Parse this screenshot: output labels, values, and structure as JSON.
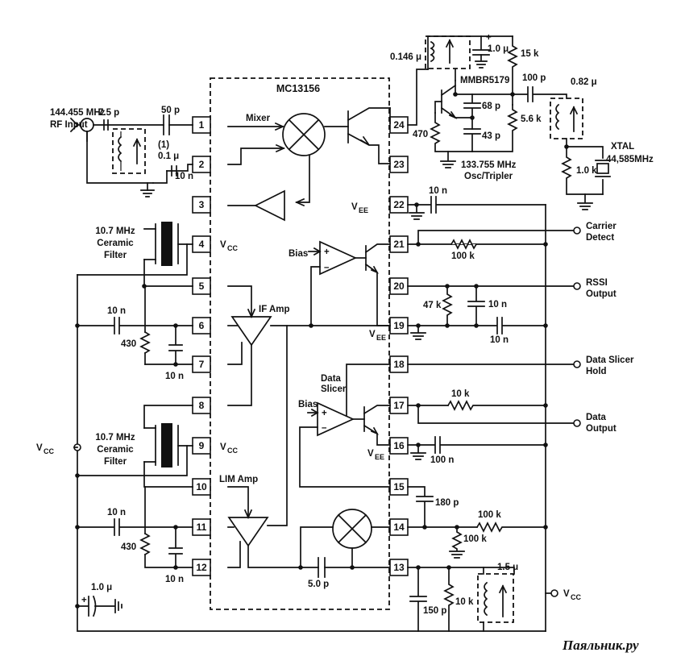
{
  "chip": {
    "name": "MC13156"
  },
  "pins_left": [
    "1",
    "2",
    "3",
    "4",
    "5",
    "6",
    "7",
    "8",
    "9",
    "10",
    "11",
    "12"
  ],
  "pins_right": [
    "24",
    "23",
    "22",
    "21",
    "20",
    "19",
    "18",
    "17",
    "16",
    "15",
    "14",
    "13"
  ],
  "blocks": {
    "mixer": "Mixer",
    "if_amp": "IF Amp",
    "lim_amp": "LIM Amp",
    "bias1": "Bias",
    "bias2": "Bias",
    "data_slicer_1": "Data",
    "data_slicer_2": "Slicer"
  },
  "supply": {
    "vcc": "V",
    "vcc_sub": "CC",
    "vee": "V",
    "vee_sub": "EE"
  },
  "labels": {
    "rf_freq": "144.455 MHz",
    "rf_input": "RF Input",
    "osc_freq": "133.755 MHz",
    "osc_tripler": "Osc/Tripler",
    "transistor": "MMBR5179",
    "xtal": "XTAL",
    "xtal_freq": "44,585MHz",
    "filter1_a": "10.7 MHz",
    "filter1_b": "Ceramic",
    "filter1_c": "Filter",
    "filter2_a": "10.7 MHz",
    "filter2_b": "Ceramic",
    "filter2_c": "Filter",
    "carrier_1": "Carrier",
    "carrier_2": "Detect",
    "rssi_1": "RSSI",
    "rssi_2": "Output",
    "dsh_1": "Data Slicer",
    "dsh_2": "Hold",
    "do_1": "Data",
    "do_2": "Output",
    "note1": "(1)",
    "plus1": "+",
    "minus1": "–",
    "plus2": "+",
    "minus2": "–",
    "plus_cap": "+",
    "plus_cap2": "+"
  },
  "components": {
    "c_75p": "7.5 p",
    "c_50p": "50 p",
    "c_01u": "0.1 μ",
    "c_10n_a": "10 n",
    "l_0146": "0.146 μ",
    "c_10u_top": "1.0 μ",
    "r_15k": "15 k",
    "c_100p": "100 p",
    "l_082": "0.82 μ",
    "c_68p": "68 p",
    "c_43p": "43 p",
    "r_470": "470",
    "r_56k": "5.6 k",
    "r_10k_x": "1.0 k",
    "c_10n_22": "10 n",
    "r_100k_21": "100 k",
    "r_47k": "47 k",
    "c_10n_20": "10 n",
    "c_10n_19": "10 n",
    "c_10n_6": "10 n",
    "r_430_a": "430",
    "c_10n_7": "10 n",
    "r_10k_17": "10 k",
    "c_100n_16": "100 n",
    "c_180p": "180 p",
    "r_100k_14a": "100 k",
    "r_100k_14b": "100 k",
    "c_10n_11": "10 n",
    "r_430_b": "430",
    "c_10n_12": "10 n",
    "c_50p_13": "5.0 p",
    "c_10u_bot": "1.0 μ",
    "c_150p": "150 p",
    "r_10k_13": "10 k",
    "l_15u": "1.5 μ"
  },
  "watermark": "Паяльник.ру"
}
